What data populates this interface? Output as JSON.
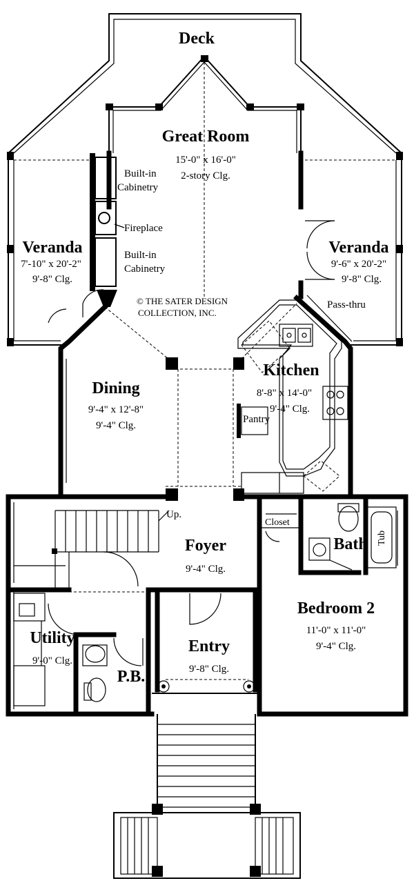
{
  "rooms": {
    "deck": {
      "name": "Deck"
    },
    "great_room": {
      "name": "Great Room",
      "size": "15'-0\" x 16'-0\"",
      "ceiling": "2-story Clg."
    },
    "veranda_left": {
      "name": "Veranda",
      "size": "7'-10\" x 20'-2\"",
      "ceiling": "9'-8\" Clg."
    },
    "veranda_right": {
      "name": "Veranda",
      "size": "9'-6\" x 20'-2\"",
      "ceiling": "9'-8\" Clg."
    },
    "dining": {
      "name": "Dining",
      "size": "9'-4\" x 12'-8\"",
      "ceiling": "9'-4\"  Clg."
    },
    "kitchen": {
      "name": "Kitchen",
      "size": "8'-8\" x 14'-0\"",
      "ceiling": "9'-4\" Clg."
    },
    "foyer": {
      "name": "Foyer",
      "ceiling": "9'-4\" Clg."
    },
    "bath": {
      "name": "Bath"
    },
    "bedroom2": {
      "name": "Bedroom 2",
      "size": "11'-0\" x 11'-0\"",
      "ceiling": "9'-4\" Clg."
    },
    "utility": {
      "name": "Utility",
      "ceiling": "9'-0\" Clg."
    },
    "powder_bath": {
      "name": "P.B."
    },
    "entry": {
      "name": "Entry",
      "ceiling": "9'-8\" Clg."
    }
  },
  "labels": {
    "builtin_1_line1": "Built-in",
    "builtin_1_line2": "Cabinetry",
    "fireplace": "Fireplace",
    "builtin_2_line1": "Built-in",
    "builtin_2_line2": "Cabinetry",
    "copyright_line1": "© THE SATER DESIGN",
    "copyright_line2": "COLLECTION, INC.",
    "pass_thru": "Pass-thru",
    "pantry": "Pantry",
    "closet": "Closet",
    "tub": "Tub",
    "stairs_up": "Up."
  }
}
